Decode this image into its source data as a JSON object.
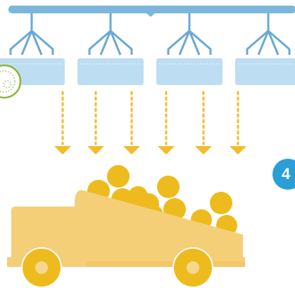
{
  "diagram": {
    "step_badge": "4",
    "colors": {
      "rail": "#7cb6dc",
      "hanger": "#6aa9d5",
      "bin": "#bdddf2",
      "bin_dots": "#ffffff",
      "drop_line": "#f2bc2b",
      "truck": "#f4cf78",
      "fruit": "#eebb1f",
      "wheel_hub": "#f5d88c",
      "badge": "#2a9fd6",
      "fruit_ring": "#8bb63b"
    },
    "icons": [
      "conveyor-rail",
      "hanging-bin",
      "falling-arrow",
      "fruit",
      "dump-truck",
      "wheel",
      "inspection-ring",
      "step-badge"
    ]
  }
}
